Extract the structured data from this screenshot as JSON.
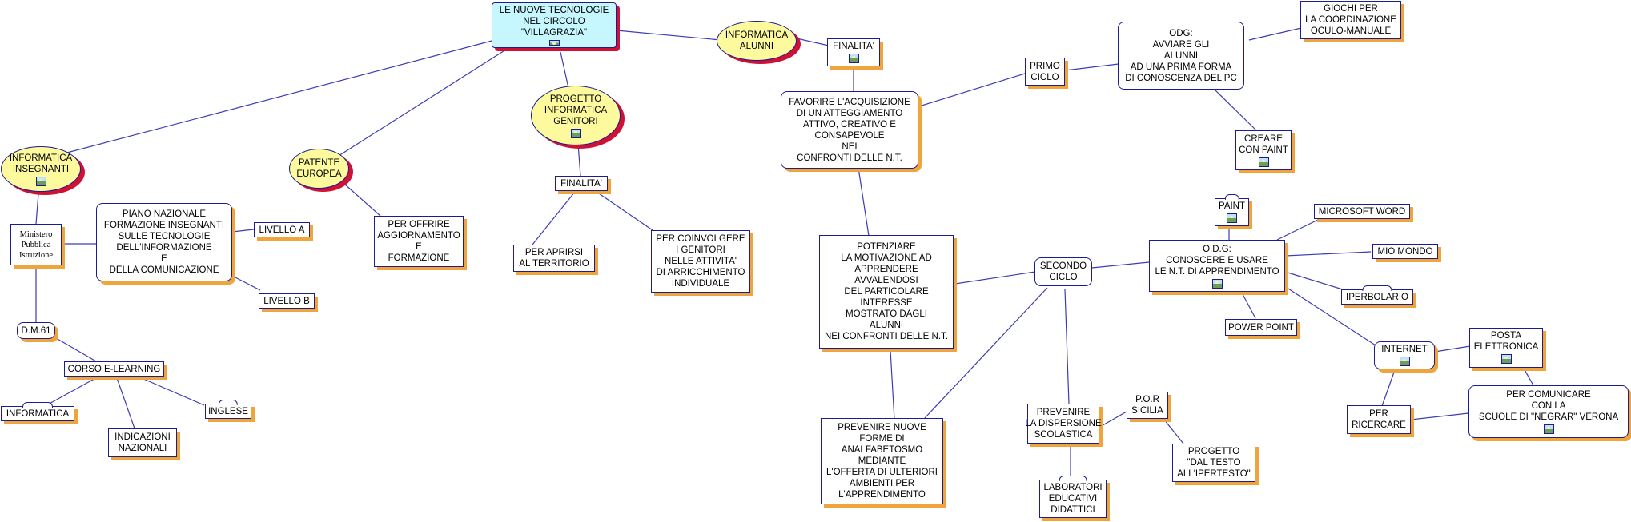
{
  "diagram": {
    "root": "LE NUOVE TECNOLOGIE\nNEL CIRCOLO\n\"VILLAGRAZIA\"",
    "informatica_insegnanti": "INFORMATICA\nINSEGNANTI",
    "patente_europea": "PATENTE\nEUROPEA",
    "progetto_genitori": "PROGETTO\nINFORMATICA\nGENITORI",
    "informatica_alunni": "INFORMATICA\nALUNNI",
    "ministero": "Ministero\nPubblica\nIstruzione",
    "piano_nazionale": "PIANO NAZIONALE\nFORMAZIONE INSEGNANTI\nSULLE TECNOLOGIE\nDELL'INFORMAZIONE\nE\nDELLA COMUNICAZIONE",
    "livello_a": "LIVELLO A",
    "livello_b": "LIVELLO B",
    "dm61": "D.M.61",
    "corso_elearning": "CORSO E-LEARNING",
    "informatica": "INFORMATICA",
    "indicazioni": "INDICAZIONI\nNAZIONALI",
    "inglese": "INGLESE",
    "per_offrire": "PER OFFRIRE\nAGGIORNAMENTO\nE\nFORMAZIONE",
    "finalita_genitori": "FINALITA'",
    "per_aprirsi": "PER APRIRSI\nAL TERRITORIO",
    "per_coinvolgere": "PER COINVOLGERE\nI GENITORI\nNELLE ATTIVITA'\nDI ARRICCHIMENTO\nINDIVIDUALE",
    "finalita_alunni": "FINALITA'",
    "favorire": "FAVORIRE L'ACQUISIZIONE\nDI UN ATTEGGIAMENTO\nATTIVO, CREATIVO E\nCONSAPEVOLE\nNEI\nCONFRONTI DELLE N.T.",
    "potenziare": "POTENZIARE\nLA MOTIVAZIONE AD\nAPPRENDERE\nAVVALENDOSI\nDEL PARTICOLARE\nINTERESSE\nMOSTRATO DAGLI\nALUNNI\nNEI CONFRONTI DELLE N.T.",
    "prevenire_nuove": "PREVENIRE NUOVE\nFORME DI\nANALFABETOSMO\nMEDIANTE\nL'OFFERTA DI ULTERIORI\nAMBIENTI PER\nL'APPRENDIMENTO",
    "primo_ciclo": "PRIMO\nCICLO",
    "odg_primo": "ODG:\nAVVIARE GLI\nALUNNI\nAD UNA PRIMA FORMA\nDI CONOSCENZA DEL PC",
    "giochi": "GIOCHI PER\nLA COORDINAZIONE\nOCULO-MANUALE",
    "creare_paint": "CREARE\nCON PAINT",
    "secondo_ciclo": "SECONDO\nCICLO",
    "odg_secondo": "O.D.G:\nCONOSCERE E USARE\nLE N.T. DI APPRENDIMENTO",
    "paint": "PAINT",
    "ms_word": "MICROSOFT WORD",
    "mio_mondo": "MIO MONDO",
    "iperbolario": "IPERBOLARIO",
    "power_point": "POWER POINT",
    "internet": "INTERNET",
    "posta": "POSTA\nELETTRONICA",
    "per_ricercare": "PER\nRICERCARE",
    "per_comunicare": "PER COMUNICARE\nCON LA\nSCUOLE DI \"NEGRAR\" VERONA",
    "prevenire_dispersione": "PREVENIRE\nLA DISPERSIONE\nSCOLASTICA",
    "por_sicilia": "P.O.R\nSICILIA",
    "progetto_testo": "PROGETTO\n\"DAL TESTO\nALL'IPERTESTO\"",
    "laboratori": "LABORATORI\nEDUCATIVI\nDIDATTICI"
  }
}
